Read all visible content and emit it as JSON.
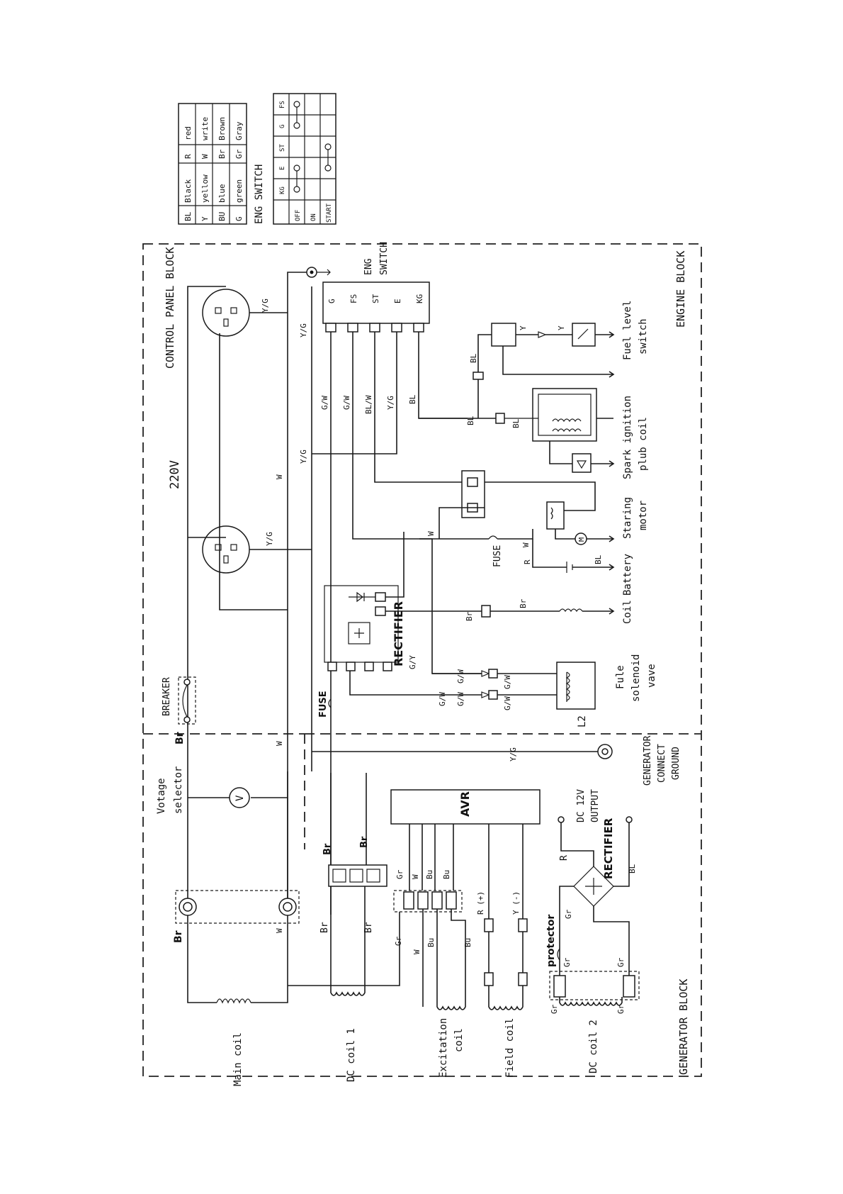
{
  "legend": {
    "rows": [
      {
        "code1": "BL",
        "name1": "Black",
        "code2": "R",
        "name2": "red"
      },
      {
        "code1": "Y",
        "name1": "yellow",
        "code2": "W",
        "name2": "write"
      },
      {
        "code1": "BU",
        "name1": "blue",
        "code2": "Br",
        "name2": "Brown"
      },
      {
        "code1": "G",
        "name1": "green",
        "code2": "Gr",
        "name2": "Gray"
      }
    ]
  },
  "eng_switch_table": {
    "title": "ENG SWITCH",
    "columns": [
      "KG",
      "E",
      "ST",
      "G",
      "FS"
    ],
    "rows": [
      "OFF",
      "ON",
      "START"
    ]
  },
  "blocks": {
    "control_panel": "CONTROL PANEL BLOCK",
    "engine": "ENGINE BLOCK",
    "generator": "GENERATOR BLOCK",
    "voltage": "220V"
  },
  "eng_switch": {
    "label_line1": "ENG",
    "label_line2": "SWITCH",
    "terminals": [
      "G",
      "FS",
      "ST",
      "E",
      "KG"
    ]
  },
  "wire_labels": {
    "yg": "Y/G",
    "gw": "G/W",
    "blw": "BL/W",
    "bl": "BL",
    "w": "W",
    "br": "Br",
    "y": "Y",
    "gy": "G/Y",
    "r": "R",
    "bu": "Bu",
    "gr": "Gr",
    "rplus": "R (+)",
    "yminus": "Y (-)"
  },
  "components": {
    "fuel_level_switch": [
      "Fuel level",
      "switch"
    ],
    "spark_ignition_coil": [
      "Spark ignition",
      "plub coil"
    ],
    "staring_motor": [
      "Staring",
      "motor"
    ],
    "battery": "Battery",
    "coil": "Coil",
    "fuse": "FUSE",
    "fule_solenoid_vave": [
      "Fule",
      "solenoid",
      "vave"
    ],
    "l2": "L2",
    "rectifier": "RECTIFIER",
    "breaker": "BREAKER",
    "voltage_selector": [
      "Votage",
      "selector"
    ],
    "voltmeter": "V",
    "motor_symbol": "M",
    "generator_ground": [
      "GENERATOR",
      "CONNECT",
      "GROUND"
    ],
    "dc_output": [
      "DC 12V",
      "OUTPUT"
    ],
    "avr": "AVR",
    "protector": "protector",
    "main_coil": "Main coil",
    "dc_coil_1": "DC coil 1",
    "excitation_coil": [
      "Excitation",
      "coil"
    ],
    "field_coil": "Field coil",
    "dc_coil_2": "DC coil 2"
  }
}
